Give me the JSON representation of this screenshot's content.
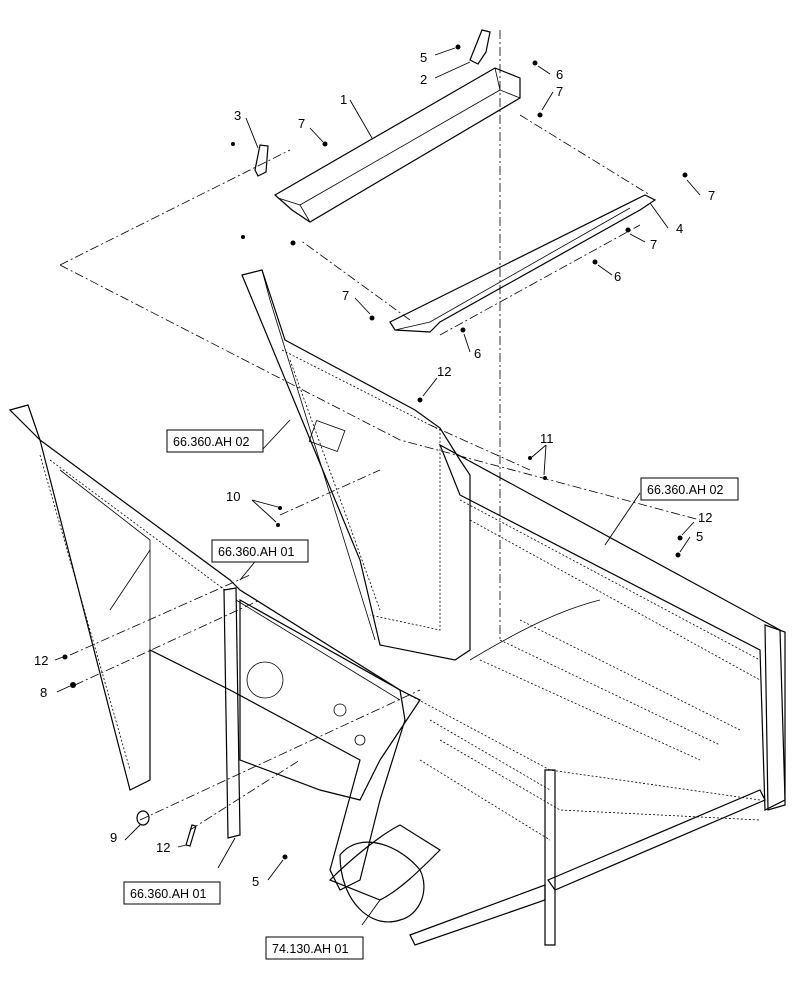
{
  "callouts": {
    "c1": "1",
    "c2": "2",
    "c3": "3",
    "c4": "4",
    "c5a": "5",
    "c5b": "5",
    "c5c": "5",
    "c6a": "6",
    "c6b": "6",
    "c6c": "6",
    "c7a": "7",
    "c7b": "7",
    "c7c": "7",
    "c7d": "7",
    "c7e": "7",
    "c8": "8",
    "c9": "9",
    "c10": "10",
    "c11": "11",
    "c12a": "12",
    "c12b": "12",
    "c12c": "12",
    "c12d": "12"
  },
  "refs": {
    "r1": "66.360.AH 02",
    "r2": "66.360.AH 02",
    "r3": "66.360.AH 01",
    "r4": "66.360.AH 01",
    "r5": "74.130.AH 01"
  }
}
